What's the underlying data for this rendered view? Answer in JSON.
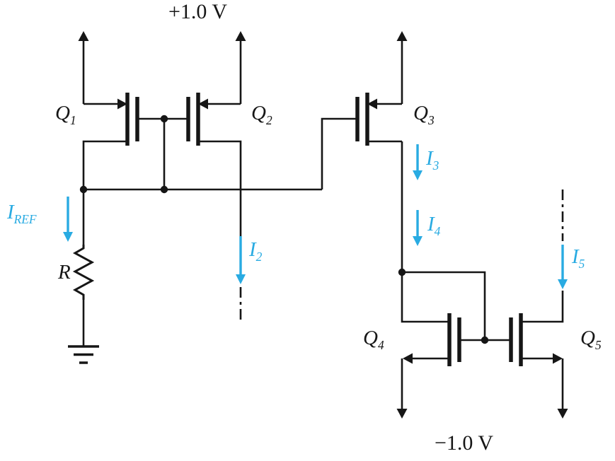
{
  "colors": {
    "wire": "#161616",
    "current": "#29abe2"
  },
  "supplies": {
    "positive": "+1.0 V",
    "negative": "−1.0 V"
  },
  "components": {
    "q1": {
      "base": "Q",
      "sub": "1"
    },
    "q2": {
      "base": "Q",
      "sub": "2"
    },
    "q3": {
      "base": "Q",
      "sub": "3"
    },
    "q4": {
      "base": "Q",
      "sub": "4"
    },
    "q5": {
      "base": "Q",
      "sub": "5"
    },
    "r": {
      "base": "R",
      "sub": ""
    }
  },
  "currents": {
    "iref": {
      "base": "I",
      "sub": "REF"
    },
    "i2": {
      "base": "I",
      "sub": "2"
    },
    "i3": {
      "base": "I",
      "sub": "3"
    },
    "i4": {
      "base": "I",
      "sub": "4"
    },
    "i5": {
      "base": "I",
      "sub": "5"
    }
  }
}
